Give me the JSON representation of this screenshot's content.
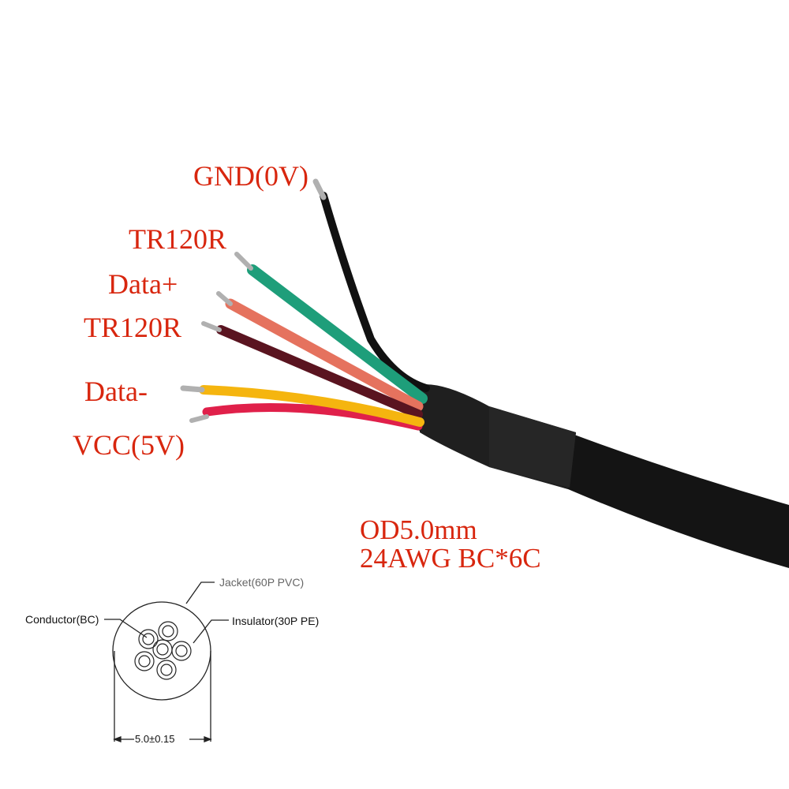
{
  "wire_labels": [
    {
      "text": "GND(0V)",
      "color": "#1a1a1a"
    },
    {
      "text": "TR120R",
      "color": "#1e9e7a"
    },
    {
      "text": "Data+",
      "color": "#e5725e"
    },
    {
      "text": "TR120R",
      "color": "#5a1420"
    },
    {
      "text": "Data-",
      "color": "#f5b50f"
    },
    {
      "text": "VCC(5V)",
      "color": "#e0204a"
    }
  ],
  "spec": {
    "line1": "OD5.0mm",
    "line2": "24AWG BC*6C"
  },
  "cross_section": {
    "jacket_label": "Jacket(60P PVC)",
    "conductor_label": "Conductor(BC)",
    "insulator_label": "Insulator(30P PE)",
    "dimension": "5.0±0.15"
  },
  "colors": {
    "label_text": "#d8260e",
    "cable_jacket": "#141414"
  }
}
